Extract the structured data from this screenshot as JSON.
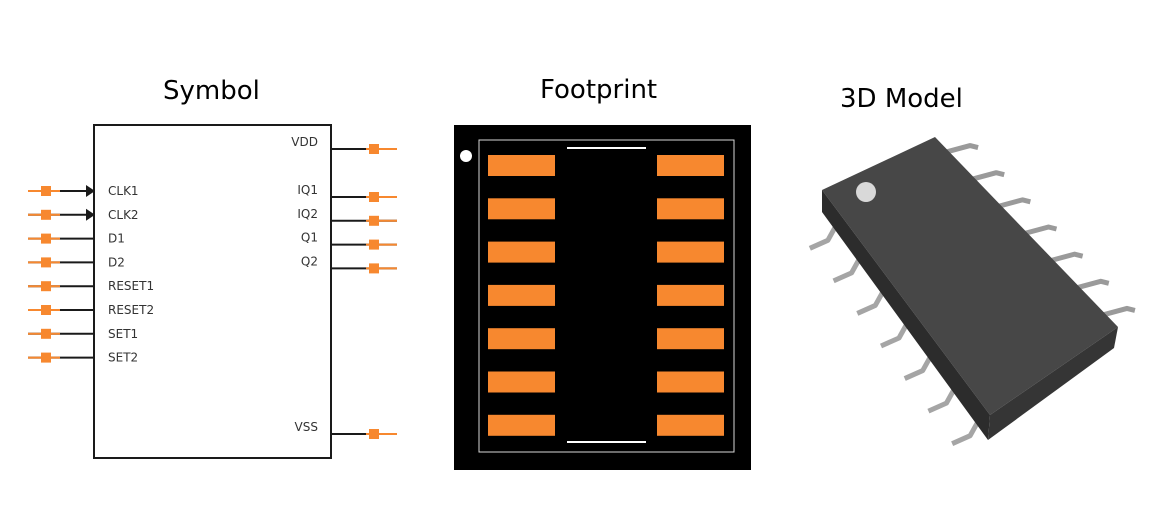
{
  "panels": {
    "symbol": {
      "title": "Symbol"
    },
    "footprint": {
      "title": "Footprint"
    },
    "model": {
      "title": "3D Model"
    }
  },
  "symbol": {
    "left_pins": [
      {
        "label": "CLK1",
        "clock": true
      },
      {
        "label": "CLK2",
        "clock": true
      },
      {
        "label": "D1",
        "clock": false
      },
      {
        "label": "D2",
        "clock": false
      },
      {
        "label": "RESET1",
        "clock": false
      },
      {
        "label": "RESET2",
        "clock": false
      },
      {
        "label": "SET1",
        "clock": false
      },
      {
        "label": "SET2",
        "clock": false
      }
    ],
    "right_pins_top": [
      "VDD"
    ],
    "right_pins": [
      "IQ1",
      "IQ2",
      "Q1",
      "Q2"
    ],
    "right_pins_bottom": [
      "VSS"
    ]
  },
  "footprint": {
    "pads_per_side": 7
  },
  "model": {
    "leads_per_side": 7
  },
  "colors": {
    "pin_accent": "#f7882f",
    "pad": "#f7882f",
    "board": "#000000",
    "body_line": "#1a1a1a",
    "chip_body": "#3b3b3b"
  }
}
